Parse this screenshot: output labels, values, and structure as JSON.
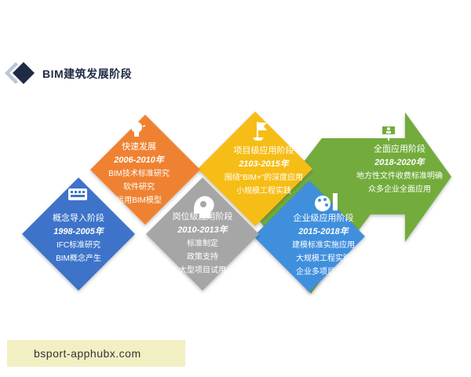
{
  "title": "BIM建筑发展阶段",
  "colors": {
    "blue": "#3e73c9",
    "orange": "#ef8230",
    "gray": "#a6a6a6",
    "yellow": "#f6bd16",
    "lightblue": "#3f8fdd",
    "green": "#73ac3c",
    "navy": "#1f2a44"
  },
  "stages": [
    {
      "name": "概念导入阶段",
      "years": "1998-2005年",
      "items": [
        "IFC标准研究",
        "BIM概念产生"
      ],
      "icon": "keyboard-icon",
      "color": "#3e73c9"
    },
    {
      "name": "快速发展",
      "years": "2006-2010年",
      "items": [
        "BIM技术标准研究",
        "软件研究",
        "运用BIM模型"
      ],
      "icon": "lightbulb-icon",
      "color": "#ef8230"
    },
    {
      "name": "岗位级应用阶段",
      "years": "2010-2013年",
      "items": [
        "标准制定",
        "政策支持",
        "大型项目试用"
      ],
      "icon": "head-icon",
      "color": "#a6a6a6"
    },
    {
      "name": "项目级应用阶段",
      "years": "2103-2015年",
      "items": [
        "围绕“BIM+”的深度应用",
        "小规模工程实践"
      ],
      "icon": "flag-icon",
      "color": "#f6bd16"
    },
    {
      "name": "企业级应用阶段",
      "years": "2015-2018年",
      "items": [
        "建模标准实施应用",
        "大规模工程实践",
        "企业多项目应用"
      ],
      "icon": "palette-icon",
      "color": "#3f8fdd"
    },
    {
      "name": "全面应用阶段",
      "years": "2018-2020年",
      "items": [
        "地方性文件收费标准明确",
        "众多企业全面应用"
      ],
      "icon": "presentation-icon",
      "color": "#73ac3c"
    }
  ],
  "banner": "bsport-apphubx.com"
}
